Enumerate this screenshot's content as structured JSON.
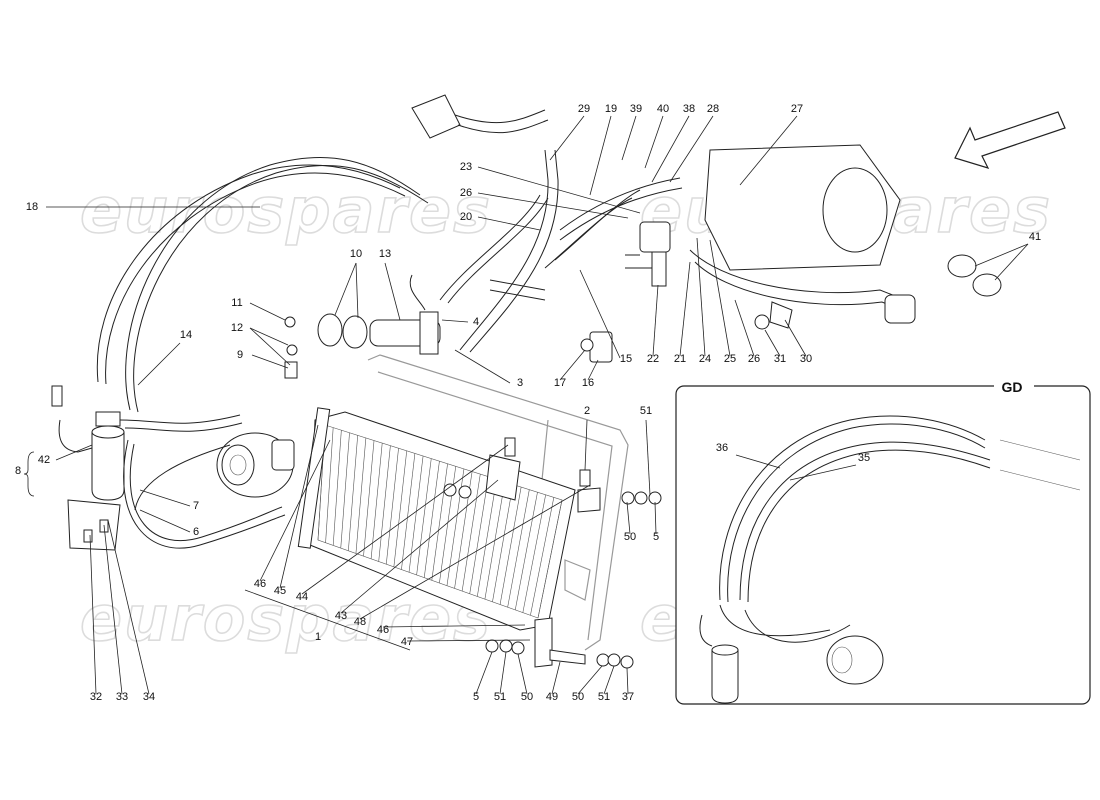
{
  "watermark": "eurospares",
  "inset": {
    "title": "GD"
  },
  "callouts": [
    {
      "id": "c29",
      "label": "29"
    },
    {
      "id": "c19",
      "label": "19"
    },
    {
      "id": "c39",
      "label": "39"
    },
    {
      "id": "c40",
      "label": "40"
    },
    {
      "id": "c38",
      "label": "38"
    },
    {
      "id": "c28",
      "label": "28"
    },
    {
      "id": "c27",
      "label": "27"
    },
    {
      "id": "c23",
      "label": "23"
    },
    {
      "id": "c26a",
      "label": "26"
    },
    {
      "id": "c20",
      "label": "20"
    },
    {
      "id": "c18",
      "label": "18"
    },
    {
      "id": "c41",
      "label": "41"
    },
    {
      "id": "c10",
      "label": "10"
    },
    {
      "id": "c13",
      "label": "13"
    },
    {
      "id": "c11",
      "label": "11"
    },
    {
      "id": "c4",
      "label": "4"
    },
    {
      "id": "c12",
      "label": "12"
    },
    {
      "id": "c14",
      "label": "14"
    },
    {
      "id": "c9",
      "label": "9"
    },
    {
      "id": "c3",
      "label": "3"
    },
    {
      "id": "c17",
      "label": "17"
    },
    {
      "id": "c16",
      "label": "16"
    },
    {
      "id": "c15",
      "label": "15"
    },
    {
      "id": "c22",
      "label": "22"
    },
    {
      "id": "c21",
      "label": "21"
    },
    {
      "id": "c24",
      "label": "24"
    },
    {
      "id": "c25",
      "label": "25"
    },
    {
      "id": "c26b",
      "label": "26"
    },
    {
      "id": "c31",
      "label": "31"
    },
    {
      "id": "c30",
      "label": "30"
    },
    {
      "id": "c2",
      "label": "2"
    },
    {
      "id": "c51a",
      "label": "51"
    },
    {
      "id": "c42",
      "label": "42"
    },
    {
      "id": "c8",
      "label": "8"
    },
    {
      "id": "c7",
      "label": "7"
    },
    {
      "id": "c6",
      "label": "6"
    },
    {
      "id": "c50a",
      "label": "50"
    },
    {
      "id": "c5a",
      "label": "5"
    },
    {
      "id": "c46a",
      "label": "46"
    },
    {
      "id": "c45",
      "label": "45"
    },
    {
      "id": "c44",
      "label": "44"
    },
    {
      "id": "c43",
      "label": "43"
    },
    {
      "id": "c48",
      "label": "48"
    },
    {
      "id": "c46b",
      "label": "46"
    },
    {
      "id": "c1",
      "label": "1"
    },
    {
      "id": "c47",
      "label": "47"
    },
    {
      "id": "c32",
      "label": "32"
    },
    {
      "id": "c33",
      "label": "33"
    },
    {
      "id": "c34",
      "label": "34"
    },
    {
      "id": "c5b",
      "label": "5"
    },
    {
      "id": "c51b",
      "label": "51"
    },
    {
      "id": "c50b",
      "label": "50"
    },
    {
      "id": "c49",
      "label": "49"
    },
    {
      "id": "c50c",
      "label": "50"
    },
    {
      "id": "c51c",
      "label": "51"
    },
    {
      "id": "c37",
      "label": "37"
    },
    {
      "id": "c36",
      "label": "36"
    },
    {
      "id": "c35",
      "label": "35"
    }
  ]
}
